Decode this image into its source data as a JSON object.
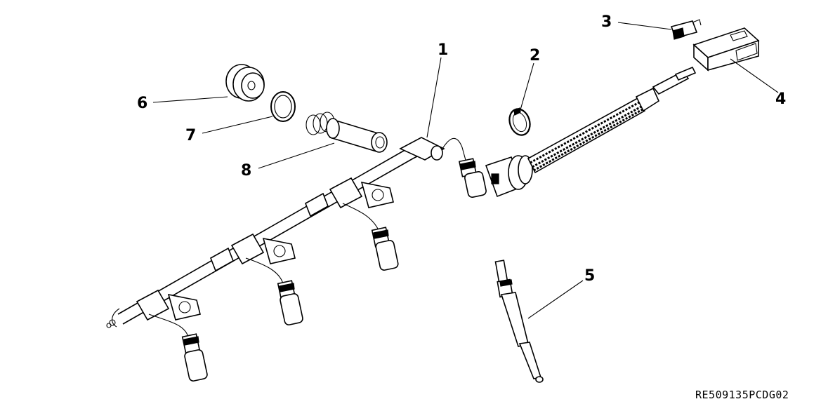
{
  "callouts": [
    {
      "id": "1",
      "label": "1"
    },
    {
      "id": "2",
      "label": "2"
    },
    {
      "id": "3",
      "label": "3"
    },
    {
      "id": "4",
      "label": "4"
    },
    {
      "id": "5",
      "label": "5"
    },
    {
      "id": "6",
      "label": "6"
    },
    {
      "id": "7",
      "label": "7"
    },
    {
      "id": "8",
      "label": "8"
    }
  ],
  "reference_code": "RE509135PCDG02"
}
